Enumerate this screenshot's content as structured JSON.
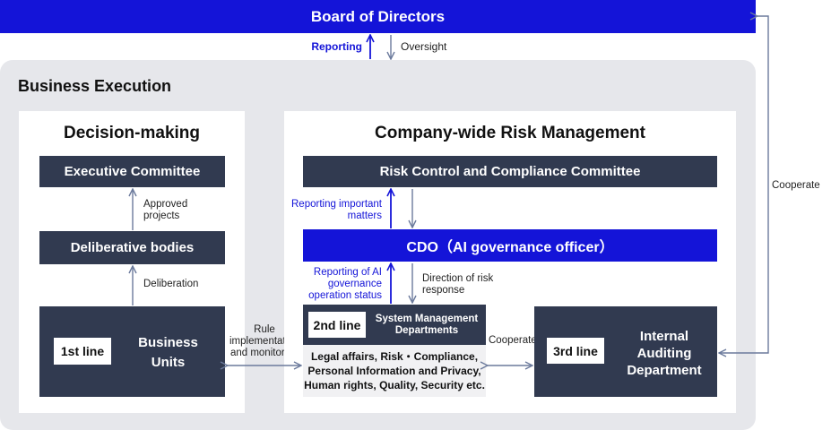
{
  "board": {
    "title": "Board of Directors"
  },
  "board_links": {
    "reporting": "Reporting",
    "oversight": "Oversight",
    "cooperate": "Cooperate"
  },
  "business_execution": {
    "title": "Business Execution"
  },
  "decision_making": {
    "title": "Decision-making",
    "executive_committee": "Executive Committee",
    "approved_projects": "Approved projects",
    "deliberative_bodies": "Deliberative bodies",
    "deliberation": "Deliberation",
    "first_line": {
      "tag": "1st line",
      "name": "Business Units"
    }
  },
  "rule_link": "Rule implementation and monitoring",
  "risk_management": {
    "title": "Company-wide Risk Management",
    "committee": "Risk Control and Compliance Committee",
    "reporting_important": "Reporting important matters",
    "cdo": "CDO（AI governance officer）",
    "reporting_ai": "Reporting of AI governance operation status",
    "direction": "Direction of risk response",
    "second_line": {
      "tag": "2nd line",
      "name": "System Management Departments",
      "responsibilities": "Legal affairs, Risk・Compliance, Personal Information and Privacy, Human rights, Quality, Security etc."
    },
    "cooperate": "Cooperate"
  },
  "audit": {
    "tag": "3rd line",
    "name": "Internal Auditing Department"
  },
  "colors": {
    "primary_blue": "#1414d8",
    "dark_navy": "#313a50",
    "panel_gray": "#e6e7eb",
    "arrow": "#6b7a9c"
  }
}
